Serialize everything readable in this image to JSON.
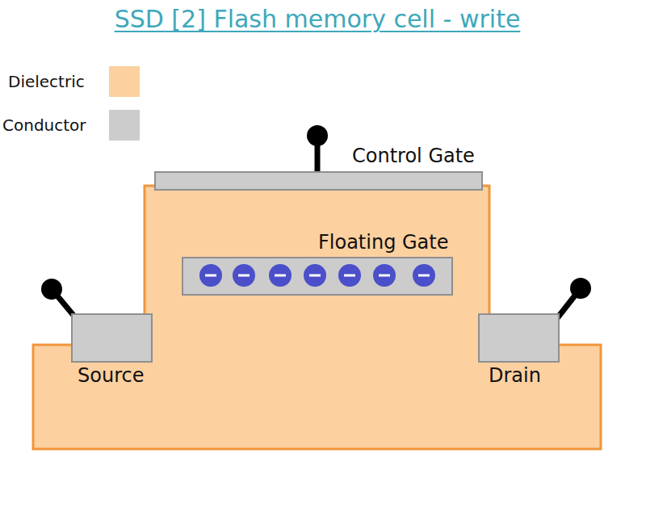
{
  "diagram": {
    "title": "SSD [2] Flash memory cell - write",
    "nodes": [
      {
        "text": [
          "Control Gate"
        ]
      },
      {
        "text": [
          "Floating Gate"
        ]
      },
      {
        "text": [
          "Source"
        ]
      },
      {
        "text": [
          "Drain"
        ]
      }
    ],
    "legend": [
      {
        "text": "Dielectric",
        "color": "#fdd09f"
      },
      {
        "text": "Conductor",
        "color": "#cccccc"
      }
    ]
  }
}
